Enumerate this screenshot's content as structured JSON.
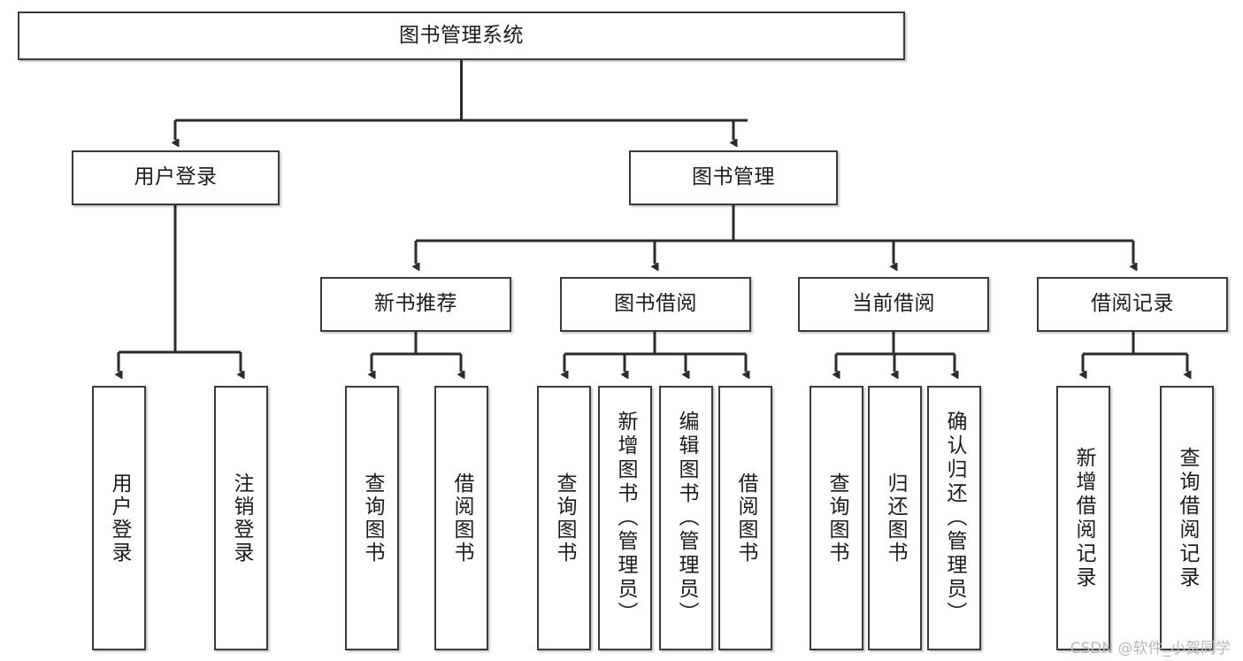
{
  "diagram": {
    "type": "tree-hierarchy-chart",
    "title": "图书管理系统",
    "watermark": "CSDN @软件_小贺同学",
    "colors": {
      "box_border": "#3a3a3a",
      "box_fill": "#ffffff",
      "connector": "#2b2b2b",
      "text": "#1b1b1b",
      "watermark": "#b9b9b9",
      "background": "#ffffff"
    }
  },
  "nodes": {
    "root": {
      "label": "图书管理系统"
    },
    "level2": [
      {
        "label": "用户登录"
      },
      {
        "label": "图书管理"
      }
    ],
    "level3": [
      {
        "label": "新书推荐"
      },
      {
        "label": "图书借阅"
      },
      {
        "label": "当前借阅"
      },
      {
        "label": "借阅记录"
      }
    ],
    "leaves": {
      "user_login": [
        {
          "label": "用户登录"
        },
        {
          "label": "注销登录"
        }
      ],
      "new_book": [
        {
          "label": "查询图书"
        },
        {
          "label": "借阅图书"
        }
      ],
      "book_borrow": [
        {
          "label": "查询图书"
        },
        {
          "label": "新增图书（管理员）"
        },
        {
          "label": "编辑图书（管理员）"
        },
        {
          "label": "借阅图书"
        }
      ],
      "current_borrow": [
        {
          "label": "查询图书"
        },
        {
          "label": "归还图书"
        },
        {
          "label": "确认归还（管理员）"
        }
      ],
      "borrow_record": [
        {
          "label": "新增借阅记录"
        },
        {
          "label": "查询借阅记录"
        }
      ]
    }
  },
  "chart_data": {
    "type": "tree",
    "title": "图书管理系统",
    "root": "图书管理系统",
    "edges": [
      {
        "from": "图书管理系统",
        "to": "用户登录"
      },
      {
        "from": "图书管理系统",
        "to": "图书管理"
      },
      {
        "from": "用户登录",
        "to": "用户登录"
      },
      {
        "from": "用户登录",
        "to": "注销登录"
      },
      {
        "from": "图书管理",
        "to": "新书推荐"
      },
      {
        "from": "图书管理",
        "to": "图书借阅"
      },
      {
        "from": "图书管理",
        "to": "当前借阅"
      },
      {
        "from": "图书管理",
        "to": "借阅记录"
      },
      {
        "from": "新书推荐",
        "to": "查询图书"
      },
      {
        "from": "新书推荐",
        "to": "借阅图书"
      },
      {
        "from": "图书借阅",
        "to": "查询图书"
      },
      {
        "from": "图书借阅",
        "to": "新增图书（管理员）"
      },
      {
        "from": "图书借阅",
        "to": "编辑图书（管理员）"
      },
      {
        "from": "图书借阅",
        "to": "借阅图书"
      },
      {
        "from": "当前借阅",
        "to": "查询图书"
      },
      {
        "from": "当前借阅",
        "to": "归还图书"
      },
      {
        "from": "当前借阅",
        "to": "确认归还（管理员）"
      },
      {
        "from": "借阅记录",
        "to": "新增借阅记录"
      },
      {
        "from": "借阅记录",
        "to": "查询借阅记录"
      }
    ],
    "levels": 4
  }
}
